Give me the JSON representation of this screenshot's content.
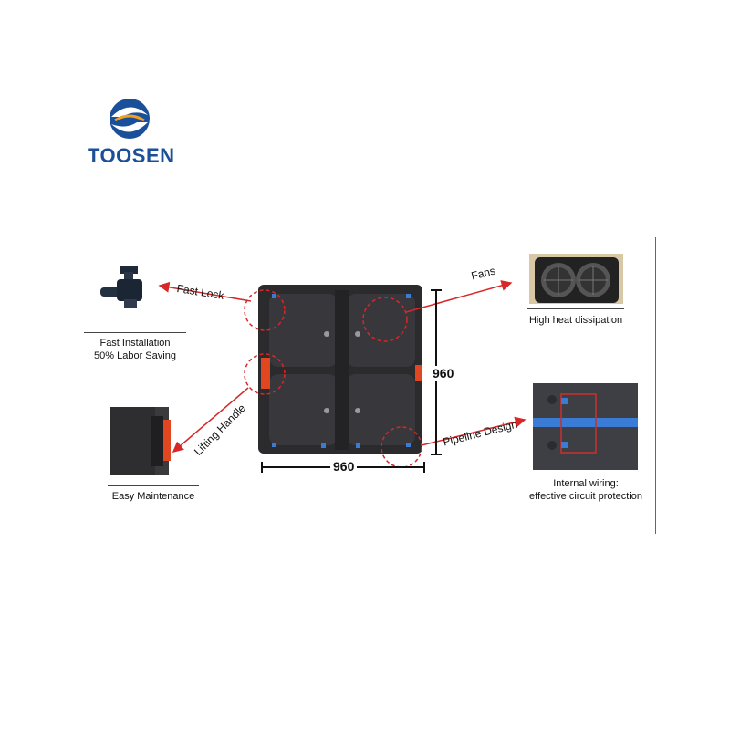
{
  "brand": {
    "name": "TOOSEN",
    "color": "#1a4f9a"
  },
  "features": {
    "fast_lock": {
      "label": "Fast  Lock",
      "caption_line1": "Fast Installation",
      "caption_line2": "50% Labor Saving"
    },
    "fans": {
      "label": "Fans",
      "caption": "High heat dissipation"
    },
    "lifting_handle": {
      "label": "Lifting Handle",
      "caption": "Easy Maintenance"
    },
    "pipeline": {
      "label": "Pipeline Design",
      "caption_line1": "Internal wiring:",
      "caption_line2": "effective circuit protection"
    }
  },
  "dimensions": {
    "height": "960",
    "width": "960"
  },
  "colors": {
    "arrow": "#d62828",
    "callout": "#d62828",
    "cabinet": "#2b2b2e",
    "accent_handle": "#e0461f",
    "connector": "#3a7bd5"
  },
  "icons": [
    "logo-swirl-icon",
    "fast-lock-photo",
    "fan-photo",
    "handle-photo",
    "wiring-photo"
  ]
}
